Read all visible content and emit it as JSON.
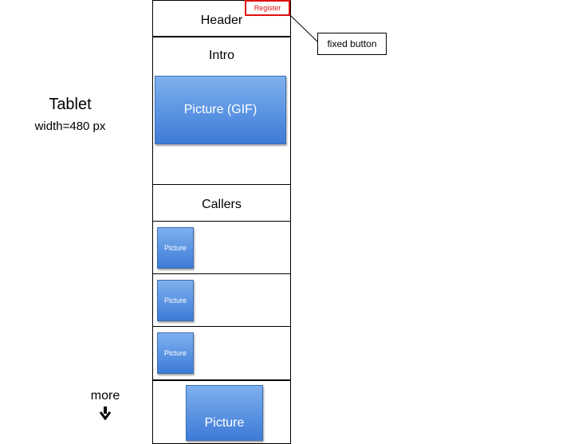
{
  "device": {
    "title": "Tablet",
    "width_label": "width=480 px"
  },
  "header": {
    "label": "Header",
    "register_button": "Register"
  },
  "callout": {
    "label": "fixed button"
  },
  "intro": {
    "label": "Intro",
    "picture_label": "Picture (GIF)"
  },
  "callers": {
    "label": "Callers",
    "items": [
      {
        "picture_label": "Picture"
      },
      {
        "picture_label": "Picture"
      },
      {
        "picture_label": "Picture"
      }
    ]
  },
  "more": {
    "label": "more",
    "arrow": "🡻"
  },
  "bottom_section": {
    "picture_label": "Picture"
  },
  "colors": {
    "register_border": "#e01010",
    "picture_fill": "#5a93e2",
    "outline": "#000000"
  }
}
